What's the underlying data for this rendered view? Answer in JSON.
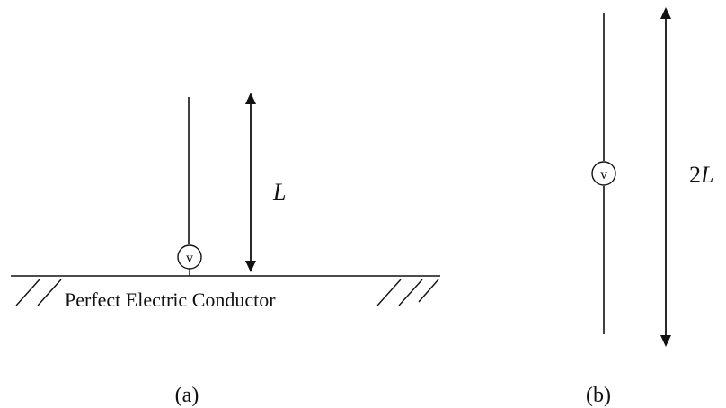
{
  "figure_a": {
    "caption": "(a)",
    "source_symbol": "v",
    "length_label": "L",
    "ground_label": "Perfect Electric Conductor"
  },
  "figure_b": {
    "caption": "(b)",
    "source_symbol": "v",
    "length_label_coef": "2",
    "length_label_var": "L"
  },
  "colors": {
    "stroke": "#111111",
    "background": "#ffffff"
  }
}
